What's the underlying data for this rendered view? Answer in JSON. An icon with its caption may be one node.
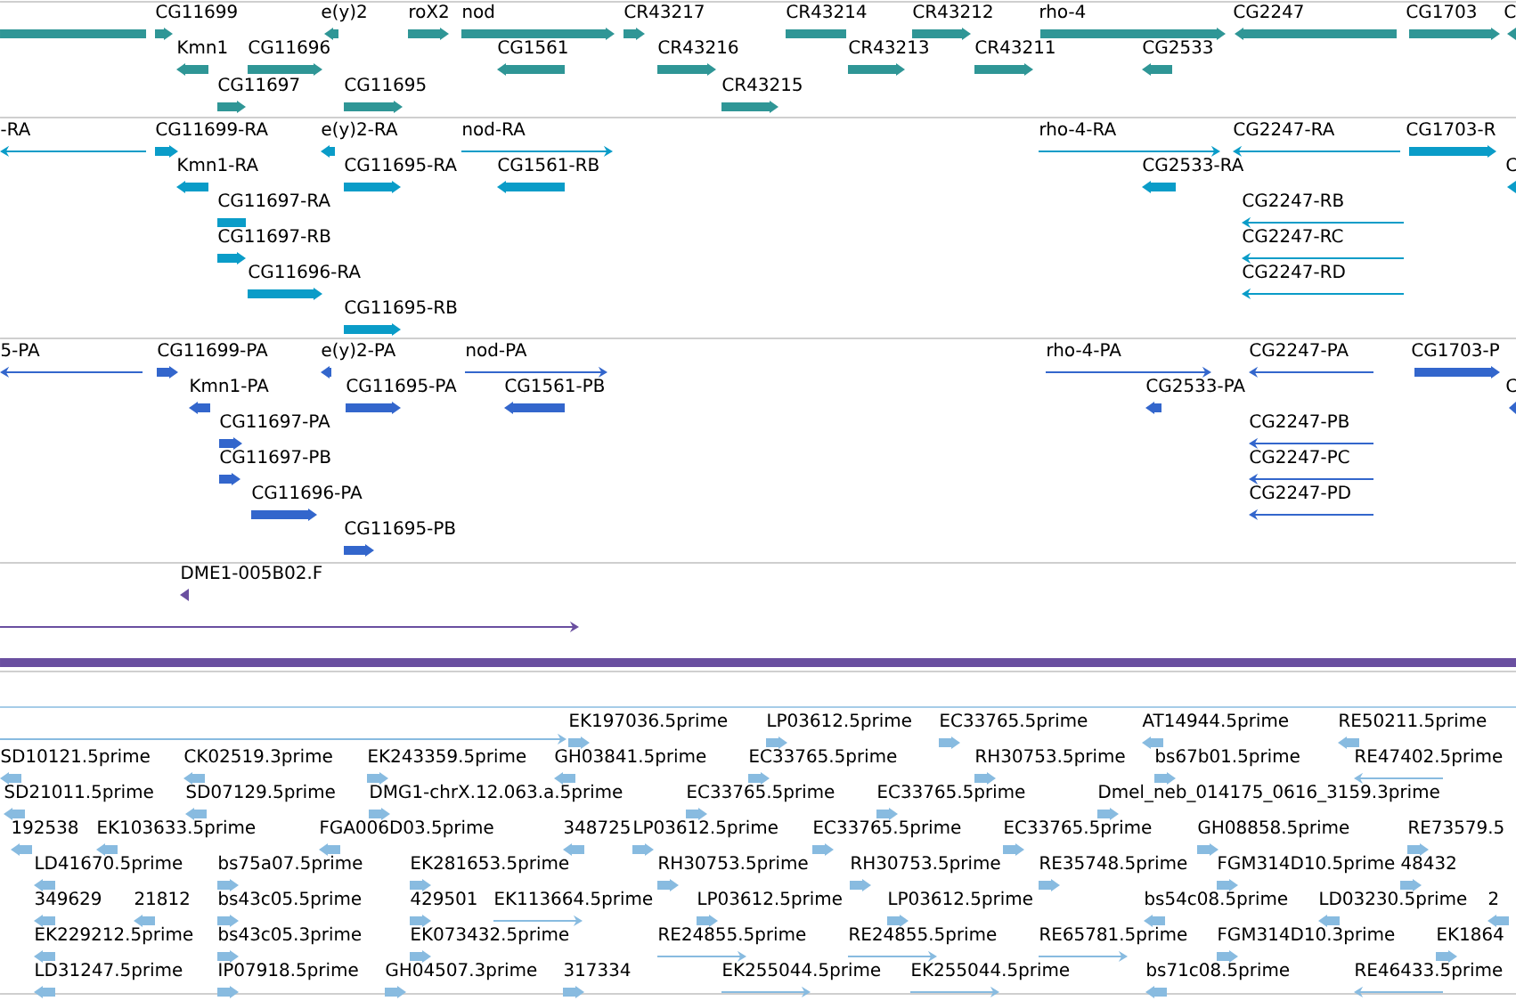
{
  "diagram": {
    "labels": [
      "CG11699",
      "e(y)2",
      "roX2",
      "nod",
      "CR43217",
      "CR43214",
      "CR43212",
      "rho-4",
      "CG2247",
      "CG1703",
      "C",
      "Kmn1",
      "CG11696",
      "CG1561",
      "CR43216",
      "CR43213",
      "CR43211",
      "CG2533",
      "CG11697",
      "CG11695",
      "CR43215",
      "-RA",
      "CG11699-RA",
      "e(y)2-RA",
      "nod-RA",
      "rho-4-RA",
      "CG2247-RA",
      "CG1703-R",
      "Kmn1-RA",
      "CG11695-RA",
      "CG1561-RB",
      "CG2533-RA",
      "C",
      "CG11697-RA",
      "CG2247-RB",
      "CG11697-RB",
      "CG2247-RC",
      "CG11696-RA",
      "CG2247-RD",
      "CG11695-RB",
      "5-PA",
      "CG11699-PA",
      "e(y)2-PA",
      "nod-PA",
      "rho-4-PA",
      "CG2247-PA",
      "CG1703-P",
      "Kmn1-PA",
      "CG11695-PA",
      "CG1561-PB",
      "CG2533-PA",
      "C",
      "CG11697-PA",
      "CG2247-PB",
      "CG11697-PB",
      "CG2247-PC",
      "CG11696-PA",
      "CG2247-PD",
      "CG11695-PB",
      "DME1-005B02.F",
      "EK197036.5prime",
      "LP03612.5prime",
      "EC33765.5prime",
      "AT14944.5prime",
      "RE50211.5prime",
      "SD10121.5prime",
      "CK02519.3prime",
      "EK243359.5prime",
      "GH03841.5prime",
      "EC33765.5prime",
      "RH30753.5prime",
      "bs67b01.5prime",
      "RE47402.5prime",
      "SD21011.5prime",
      "SD07129.5prime",
      "DMG1-chrX.12.063.a.5prime",
      "EC33765.5prime",
      "EC33765.5prime",
      "Dmel_neb_014175_0616_3159.3prime",
      "192538",
      "EK103633.5prime",
      "FGA006D03.5prime",
      "348725",
      "LP03612.5prime",
      "EC33765.5prime",
      "EC33765.5prime",
      "GH08858.5prime",
      "RE73579.5",
      "LD41670.5prime",
      "bs75a07.5prime",
      "EK281653.5prime",
      "RH30753.5prime",
      "RH30753.5prime",
      "RE35748.5prime",
      "FGM314D10.5prime",
      "48432",
      "349629",
      "21812",
      "bs43c05.5prime",
      "429501",
      "EK113664.5prime",
      "LP03612.5prime",
      "LP03612.5prime",
      "bs54c08.5prime",
      "LD03230.5prime",
      "2",
      "EK229212.5prime",
      "bs43c05.3prime",
      "EK073432.5prime",
      "RE24855.5prime",
      "RE24855.5prime",
      "RE65781.5prime",
      "FGM314D10.3prime",
      "EK1864",
      "LD31247.5prime",
      "IP07918.5prime",
      "GH04507.3prime",
      "317334",
      "EK255044.5prime",
      "EK255044.5prime",
      "bs71c08.5prime",
      "RE46433.5prime"
    ]
  }
}
